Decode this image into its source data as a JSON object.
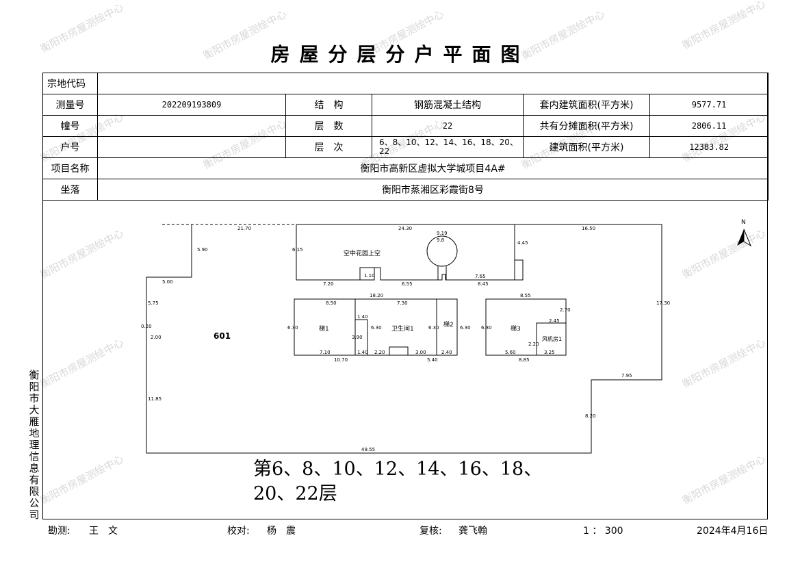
{
  "title": "房屋分层分户平面图",
  "watermark": "衡阳市房屋测绘中心",
  "info": {
    "parcel_label": "宗地代码",
    "parcel_value": "",
    "survey_no_label": "测量号",
    "survey_no_value": "202209193809",
    "structure_label": "结　构",
    "structure_value": "钢筋混凝土结构",
    "inner_area_label": "套内建筑面积(平方米)",
    "inner_area_value": "9577.71",
    "building_label": "幢号",
    "building_value": "",
    "floors_label": "层　数",
    "floors_value": "22",
    "shared_area_label": "共有分摊面积(平方米)",
    "shared_area_value": "2806.11",
    "unit_label": "户号",
    "unit_value": "",
    "floor_seq_label": "层　次",
    "floor_seq_value": "6、8、10、12、14、16、18、20、22",
    "build_area_label": "建筑面积(平方米)",
    "build_area_value": "12383.82",
    "project_label": "项目名称",
    "project_value": "衡阳市高新区虚拟大学城项目4A#",
    "location_label": "坐落",
    "location_value": "衡阳市蒸湘区彩霞街8号"
  },
  "plan": {
    "room_601": "601",
    "sky_garden": "空中花园上空",
    "stair1": "梯1",
    "stair2": "梯2",
    "stair3": "梯3",
    "toilet1": "卫生间1",
    "fan_room": "风机房1",
    "north": "N",
    "dims": [
      "21.70",
      "24.30",
      "16.50",
      "5.90",
      "5.00",
      "9.19",
      "9.8",
      "6.15",
      "4.45",
      "7.20",
      "6.55",
      "7.65",
      "8.45",
      "18.20",
      "8.50",
      "7.30",
      "8.55",
      "5.75",
      "0.20",
      "2.00",
      "6.30",
      "6.30",
      "6.30",
      "6.30",
      "6.30",
      "7.10",
      "10.70",
      "2.20",
      "3.00",
      "2.40",
      "5.40",
      "5.60",
      "8.85",
      "3.25",
      "2.45",
      "2.70",
      "7.95",
      "17.30",
      "11.85",
      "8.20",
      "49.55",
      "1.40",
      "3.90",
      "1.40",
      "2.20",
      "1.10"
    ]
  },
  "floor_label": "第6、8、10、12、14、16、18、20、22层",
  "sidebar_org": "衡阳市大雁地理信息有限公司",
  "footer": {
    "surveyor_label": "勘测:",
    "surveyor": "王　文",
    "checker_label": "校对:",
    "checker": "杨　震",
    "reviewer_label": "复核:",
    "reviewer": "龚飞翰",
    "scale": "1 ： 300",
    "date": "2024年4月16日"
  }
}
